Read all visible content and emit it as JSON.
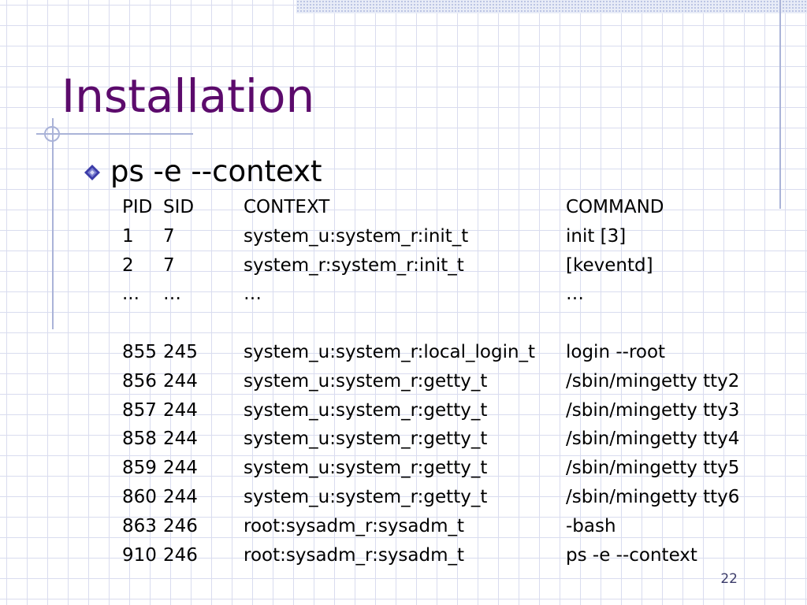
{
  "slide": {
    "title": "Installation",
    "bullet": "ps -e --context",
    "page_number": "22"
  },
  "table": {
    "headers": {
      "pid": "PID",
      "sid": "SID",
      "context": "CONTEXT",
      "command": "COMMAND"
    },
    "rows": [
      {
        "pid": "1",
        "sid": "7",
        "context": "system_u:system_r:init_t",
        "command": "init [3]"
      },
      {
        "pid": "2",
        "sid": "7",
        "context": "system_r:system_r:init_t",
        "command": "[keventd]"
      },
      {
        "pid": "...",
        "sid": "…",
        "context": "…",
        "command": "…"
      },
      {
        "pid": "",
        "sid": "",
        "context": "",
        "command": ""
      },
      {
        "pid": "855",
        "sid": "245",
        "context": "system_u:system_r:local_login_t",
        "command": "login --root"
      },
      {
        "pid": "856",
        "sid": "244",
        "context": "system_u:system_r:getty_t",
        "command": "/sbin/mingetty tty2"
      },
      {
        "pid": "857",
        "sid": "244",
        "context": "system_u:system_r:getty_t",
        "command": "/sbin/mingetty tty3"
      },
      {
        "pid": "858",
        "sid": "244",
        "context": "system_u:system_r:getty_t",
        "command": "/sbin/mingetty tty4"
      },
      {
        "pid": "859",
        "sid": "244",
        "context": "system_u:system_r:getty_t",
        "command": "/sbin/mingetty tty5"
      },
      {
        "pid": "860",
        "sid": "244",
        "context": "system_u:system_r:getty_t",
        "command": "/sbin/mingetty tty6"
      },
      {
        "pid": "863",
        "sid": "246",
        "context": "root:sysadm_r:sysadm_t",
        "command": "-bash"
      },
      {
        "pid": "910",
        "sid": "246",
        "context": "root:sysadm_r:sysadm_t",
        "command": "ps -e --context"
      }
    ]
  },
  "colors": {
    "title": "#5c0b6c",
    "grid": "#d9dcef",
    "accent_lines": "#aab3d8",
    "bullet_diamond": "#3c3ca8"
  },
  "icons": {
    "bullet": "diamond-bullet-icon"
  }
}
